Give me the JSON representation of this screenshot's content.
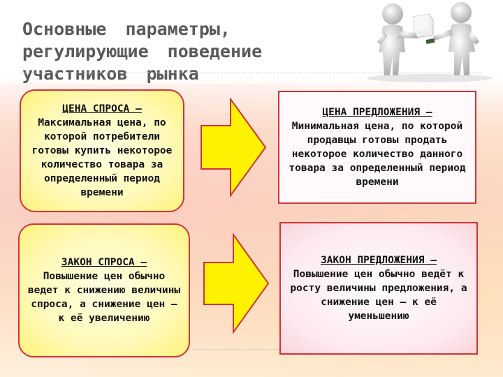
{
  "title": "Основные параметры, регулирующие поведение участников рынка",
  "illustration": {
    "icon": "two-people-exchange-icon"
  },
  "demand_price": {
    "heading": "ЦЕНА СПРОСА –",
    "text": "Максимальная цена, по которой потребители готовы купить некоторое количество товара за определенный период времени"
  },
  "supply_price": {
    "heading": "ЦЕНА ПРЕДЛОЖЕНИЯ –",
    "text": "Минимальная цена, по которой продавцы готовы продать некоторое количество данного товара за определенный период времени"
  },
  "demand_law": {
    "heading": "ЗАКОН СПРОСА –",
    "text": "Повышение цен обычно ведет к снижению величины спроса, а снижение цен – к её увеличению"
  },
  "supply_law": {
    "heading": "ЗАКОН ПРЕДЛОЖЕНИЯ –",
    "text": "Повышение цен обычно ведёт к росту величины предложения, а снижение цен – к её уменьшению"
  },
  "arrows": [
    "arrow-right-icon",
    "arrow-right-icon"
  ],
  "colors": {
    "border": "#d2333b",
    "arrow_fill": "#fff200",
    "title": "#5a5a5a"
  }
}
